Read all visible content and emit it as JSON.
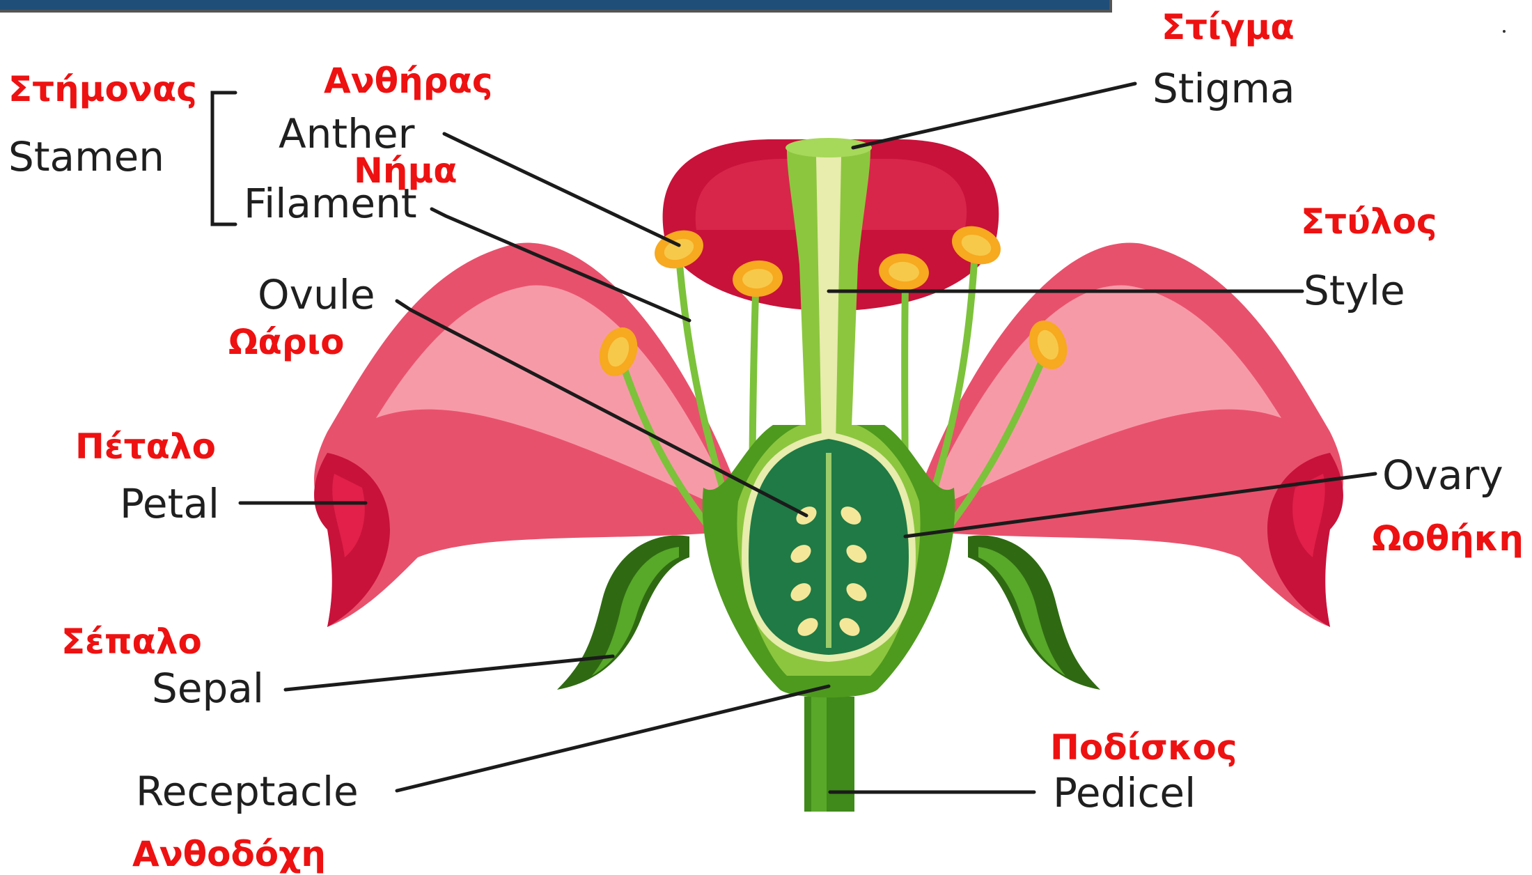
{
  "colors": {
    "greek_label": "#ee1111",
    "english_label": "#1f1f1f",
    "banner": "#1f4e79",
    "petal": "#e8516c",
    "petal_light": "#f79aa8",
    "petal_dark": "#c8123a",
    "green": "#4e9a1e",
    "green_dark": "#2f6a12",
    "ovary": "#1f7a45",
    "anther": "#f7a91f",
    "ovule": "#f4e79a"
  },
  "labels": {
    "stamen": {
      "en": "Stamen",
      "gr": "Στήμονας"
    },
    "anther": {
      "en": "Anther",
      "gr": "Ανθήρας"
    },
    "filament": {
      "en": "Filament",
      "gr": "Νήμα"
    },
    "ovule": {
      "en": "Ovule",
      "gr": "Ωάριο"
    },
    "petal": {
      "en": "Petal",
      "gr": "Πέταλο"
    },
    "sepal": {
      "en": "Sepal",
      "gr": "Σέπαλο"
    },
    "receptacle": {
      "en": "Receptacle",
      "gr": "Ανθοδόχη"
    },
    "stigma": {
      "en": "Stigma",
      "gr": "Στίγμα"
    },
    "style": {
      "en": "Style",
      "gr": "Στύλος"
    },
    "ovary": {
      "en": "Ovary",
      "gr": "Ωοθήκη"
    },
    "pedicel": {
      "en": "Pedicel",
      "gr": "Ποδίσκος"
    }
  }
}
